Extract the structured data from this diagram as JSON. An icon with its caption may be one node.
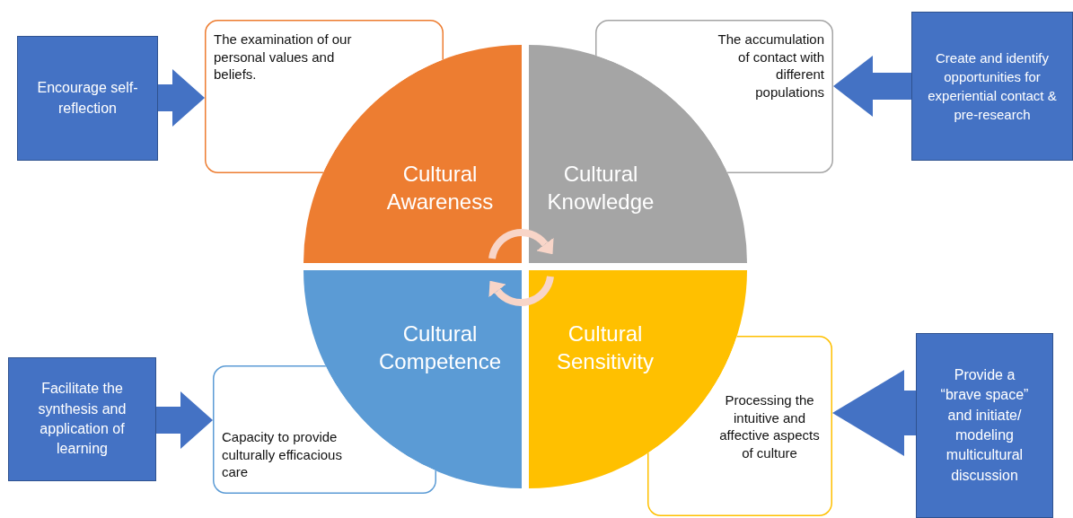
{
  "diagram": {
    "nodes": [
      {
        "text": [
          "Encourage self-reflection"
        ]
      },
      {
        "text": [
          "The examination of our personal values and beliefs."
        ]
      },
      {
        "text": [
          "Cultural Awareness"
        ]
      },
      {
        "text": [
          "Cultural Knowledge"
        ]
      },
      {
        "text": [
          "The accumulation of contact with different populations"
        ]
      },
      {
        "text": [
          "Create and identify opportunities for experiential contact & pre-research"
        ]
      },
      {
        "text": [
          "Facilitate the synthesis and application of learning"
        ]
      },
      {
        "text": [
          "Cultural Competence"
        ]
      },
      {
        "text": [
          "Capacity to provide culturally efficacious care"
        ]
      },
      {
        "text": [
          "Cultural Sensitivity"
        ]
      },
      {
        "text": [
          "Processing the intuitive and affective aspects of culture"
        ]
      },
      {
        "text": [
          "Provide a “brave space” and initiate/ modeling multicultural discussion"
        ]
      }
    ],
    "edges": [
      {
        "from": 0,
        "to": 1,
        "arrow": "to"
      },
      {
        "from": 5,
        "to": 4,
        "arrow": "to"
      },
      {
        "from": 6,
        "to": 8,
        "arrow": "to"
      },
      {
        "from": 11,
        "to": 10,
        "arrow": "to"
      },
      {
        "from": 2,
        "to": 3,
        "arrow": "to",
        "color": "#f8d5c8"
      },
      {
        "from": 9,
        "to": 7,
        "arrow": "to",
        "color": "#f8d5c8"
      }
    ]
  }
}
